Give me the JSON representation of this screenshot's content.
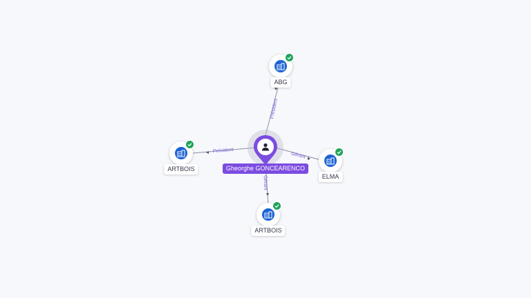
{
  "center": {
    "name": "Gheorghe GONCEARENCO",
    "icon": "person-icon"
  },
  "nodes": [
    {
      "id": "abg",
      "label": "ABG",
      "icon": "building-icon",
      "verified": true
    },
    {
      "id": "artbois_left",
      "label": "ARTBOIS",
      "icon": "building-icon",
      "verified": true
    },
    {
      "id": "elma",
      "label": "ELMA",
      "icon": "building-icon",
      "verified": true
    },
    {
      "id": "artbois_bottom",
      "label": "ARTBOIS",
      "icon": "building-icon",
      "verified": true
    }
  ],
  "edges": [
    {
      "to": "abg",
      "label": "Président"
    },
    {
      "to": "artbois_left",
      "label": "Président"
    },
    {
      "to": "elma",
      "label": "Gérant"
    },
    {
      "to": "artbois_bottom",
      "label": "Gérant"
    }
  ],
  "colors": {
    "accent": "#7c4ce0",
    "company": "#1e63d6",
    "verified": "#21a35a",
    "edge_label": "#7a5ad8"
  }
}
